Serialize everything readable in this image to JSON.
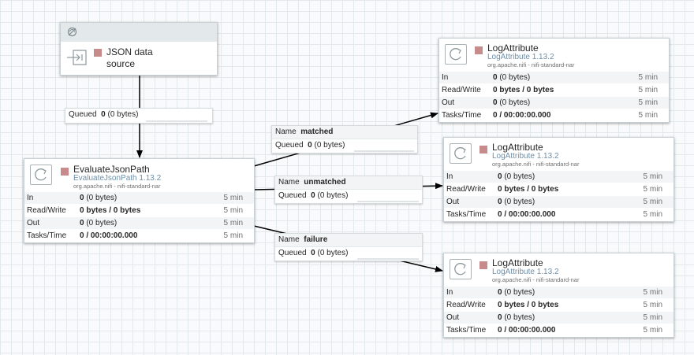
{
  "colors": {
    "accent": "#6d8fa8",
    "processor_status": "#c78b8b",
    "connection": "#000000",
    "canvas_bg": "#f9fafb"
  },
  "input_port": {
    "name_line1": "JSON data",
    "name_line2": "source",
    "header_icon": "transmission-disabled-icon",
    "icon": "input-port-icon"
  },
  "evaluate": {
    "name": "EvaluateJsonPath",
    "type": "EvaluateJsonPath 1.13.2",
    "bundle": "org.apache.nifi - nifi-standard-nar",
    "in_label": "In",
    "in_value": "0",
    "in_extra": " (0 bytes)",
    "in_time": "5 min",
    "rw_label": "Read/Write",
    "rw_value": "0 bytes / 0 bytes",
    "rw_time": "5 min",
    "out_label": "Out",
    "out_value": "0",
    "out_extra": " (0 bytes)",
    "out_time": "5 min",
    "tasks_label": "Tasks/Time",
    "tasks_value": "0 / 00:00:00.000",
    "tasks_time": "5 min"
  },
  "log1": {
    "name": "LogAttribute",
    "type": "LogAttribute 1.13.2",
    "bundle": "org.apache.nifi - nifi-standard-nar",
    "in_label": "In",
    "in_value": "0",
    "in_extra": " (0 bytes)",
    "in_time": "5 min",
    "rw_label": "Read/Write",
    "rw_value": "0 bytes / 0 bytes",
    "rw_time": "5 min",
    "out_label": "Out",
    "out_value": "0",
    "out_extra": " (0 bytes)",
    "out_time": "5 min",
    "tasks_label": "Tasks/Time",
    "tasks_value": "0 / 00:00:00.000",
    "tasks_time": "5 min"
  },
  "log2": {
    "name": "LogAttribute",
    "type": "LogAttribute 1.13.2",
    "bundle": "org.apache.nifi - nifi-standard-nar",
    "in_label": "In",
    "in_value": "0",
    "in_extra": " (0 bytes)",
    "in_time": "5 min",
    "rw_label": "Read/Write",
    "rw_value": "0 bytes / 0 bytes",
    "rw_time": "5 min",
    "out_label": "Out",
    "out_value": "0",
    "out_extra": " (0 bytes)",
    "out_time": "5 min",
    "tasks_label": "Tasks/Time",
    "tasks_value": "0 / 00:00:00.000",
    "tasks_time": "5 min"
  },
  "log3": {
    "name": "LogAttribute",
    "type": "LogAttribute 1.13.2",
    "bundle": "org.apache.nifi - nifi-standard-nar",
    "in_label": "In",
    "in_value": "0",
    "in_extra": " (0 bytes)",
    "in_time": "5 min",
    "rw_label": "Read/Write",
    "rw_value": "0 bytes / 0 bytes",
    "rw_time": "5 min",
    "out_label": "Out",
    "out_value": "0",
    "out_extra": " (0 bytes)",
    "out_time": "5 min",
    "tasks_label": "Tasks/Time",
    "tasks_value": "0 / 00:00:00.000",
    "tasks_time": "5 min"
  },
  "conn_source": {
    "queued_label": "Queued",
    "queued_value": "0",
    "queued_extra": " (0 bytes)"
  },
  "conn_matched": {
    "name_label": "Name",
    "name_value": "matched",
    "queued_label": "Queued",
    "queued_value": "0",
    "queued_extra": " (0 bytes)"
  },
  "conn_unmatched": {
    "name_label": "Name",
    "name_value": "unmatched",
    "queued_label": "Queued",
    "queued_value": "0",
    "queued_extra": " (0 bytes)"
  },
  "conn_failure": {
    "name_label": "Name",
    "name_value": "failure",
    "queued_label": "Queued",
    "queued_value": "0",
    "queued_extra": " (0 bytes)"
  }
}
